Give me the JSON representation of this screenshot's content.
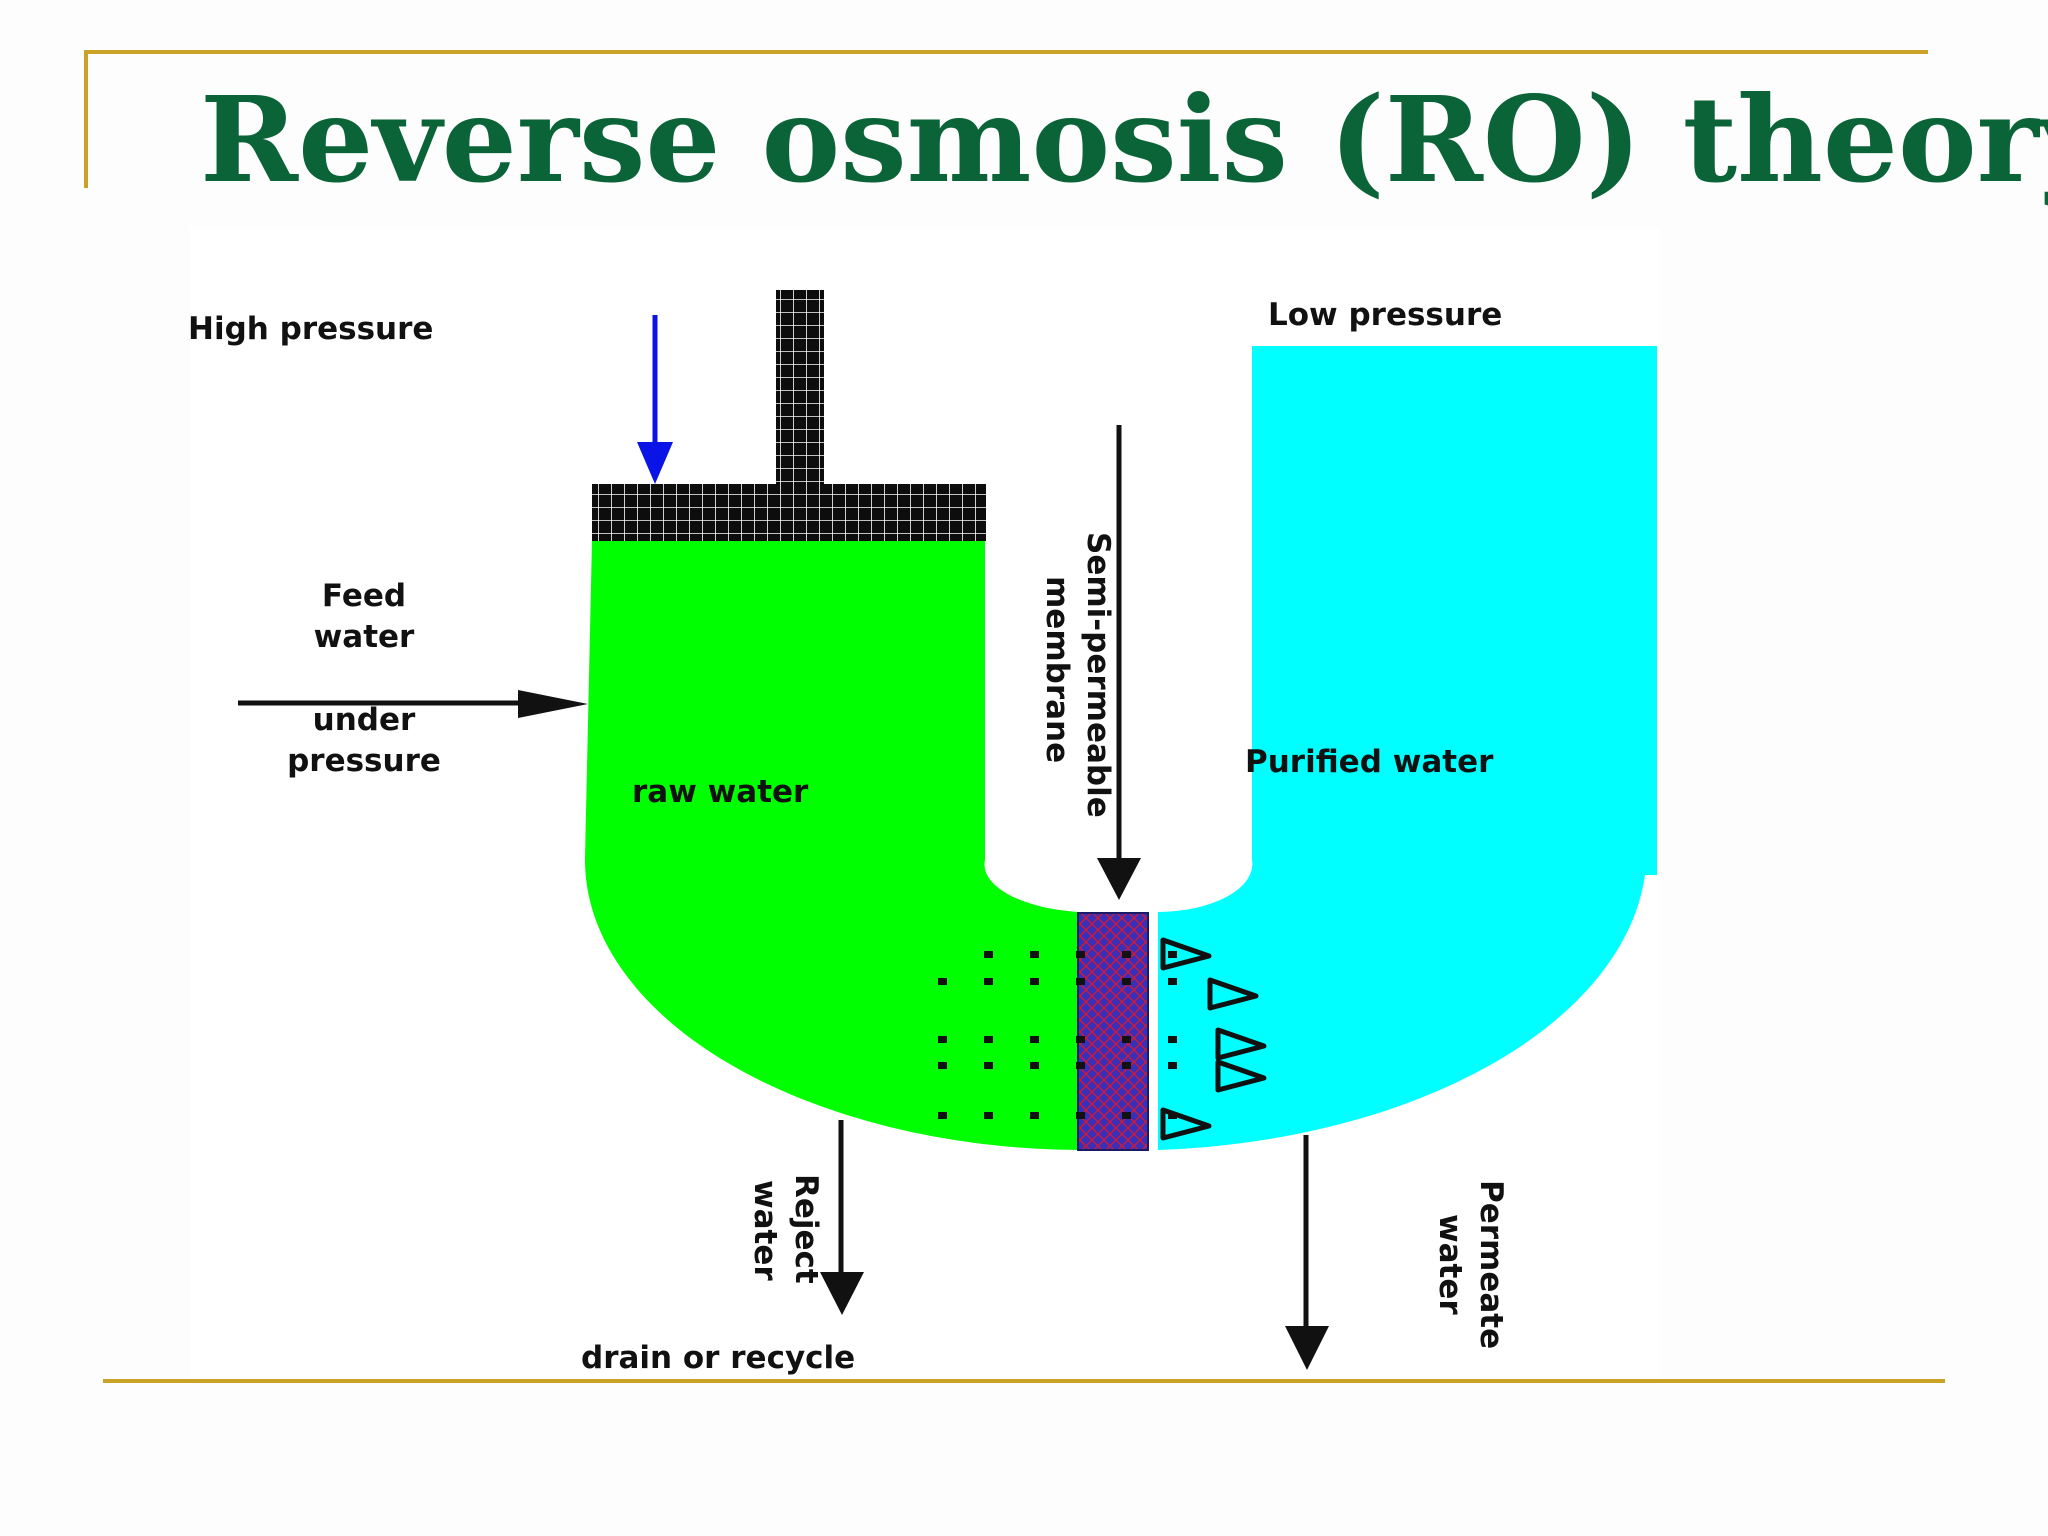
{
  "slide": {
    "title": "Reverse osmosis (RO) theory"
  },
  "labels": {
    "high_pressure": "High pressure",
    "low_pressure": "Low pressure",
    "feed_line1": "Feed",
    "feed_line2": "water",
    "feed_line3": "under",
    "feed_line4": "pressure",
    "raw_water": "raw water",
    "purified_water": "Purified water",
    "membrane_line1": "Semi-permeable",
    "membrane_line2": "membrane",
    "reject_line1": "Reject",
    "reject_line2": "water",
    "drain": "drain or recycle",
    "permeate_line1": "Permeate",
    "permeate_line2": "water"
  },
  "colors": {
    "title": "#0b6338",
    "accent_rule": "#c9a227",
    "raw_water": "#00ff00",
    "purified_water": "#00ffff",
    "membrane": "#3a2fb8",
    "membrane_hatch": "#cc1a3a",
    "pressure_arrow": "#0a14e6",
    "piston": "#0d0d0d"
  }
}
